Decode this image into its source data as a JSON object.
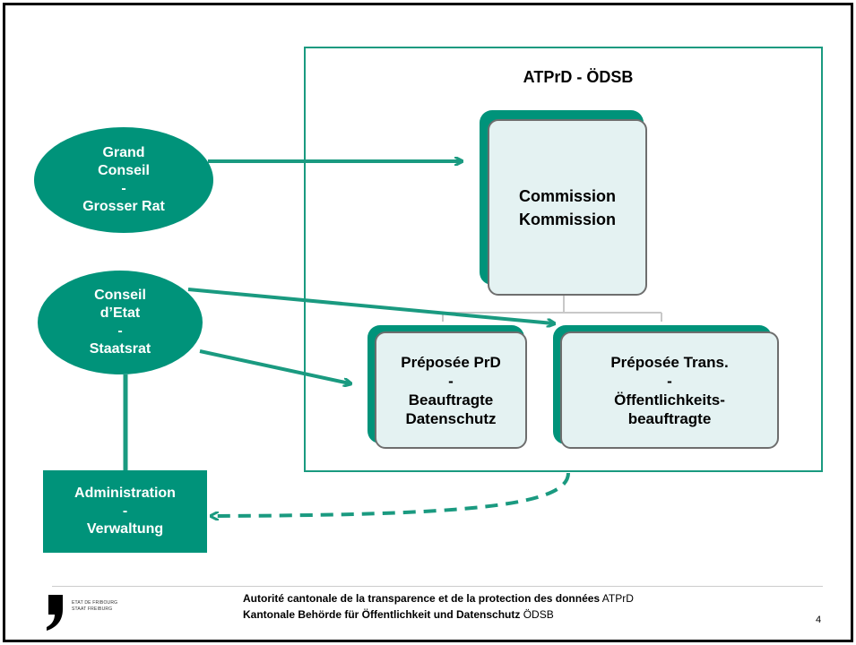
{
  "title": "ATPrD - ÖDSB",
  "grand_conseil": {
    "line1": "Grand",
    "line2": "Conseil",
    "line3": "-",
    "line4": "Grosser Rat"
  },
  "conseil_etat": {
    "line1": "Conseil",
    "line2": "d’Etat",
    "line3": "-",
    "line4": "Staatsrat"
  },
  "administration": {
    "line1": "Administration",
    "line2": "-",
    "line3": "Verwaltung"
  },
  "commission": {
    "line1": "Commission",
    "line2": "Kommission"
  },
  "preposee_prd": {
    "line1": "Préposée PrD",
    "line2": "-",
    "line3": "Beauftragte",
    "line4": "Datenschutz"
  },
  "preposee_trans": {
    "line1": "Préposée Trans.",
    "line2": "-",
    "line3": "Öffentlichkeits-",
    "line4": "beauftragte"
  },
  "footer": {
    "line1_bold": "Autorité cantonale de la transparence et de la protection des données",
    "line1_abbr": "ATPrD",
    "line2_bold": "Kantonale Behörde für Öffentlichkeit und Datenschutz",
    "line2_abbr": "ÖDSB"
  },
  "logo": {
    "line1": "ETAT DE FRIBOURG",
    "line2": "STAAT FREIBURG"
  },
  "page_number": "4",
  "colors": {
    "accent": "#00937a",
    "box_fill": "#e4f2f2",
    "box_border": "#6e6e6e"
  }
}
